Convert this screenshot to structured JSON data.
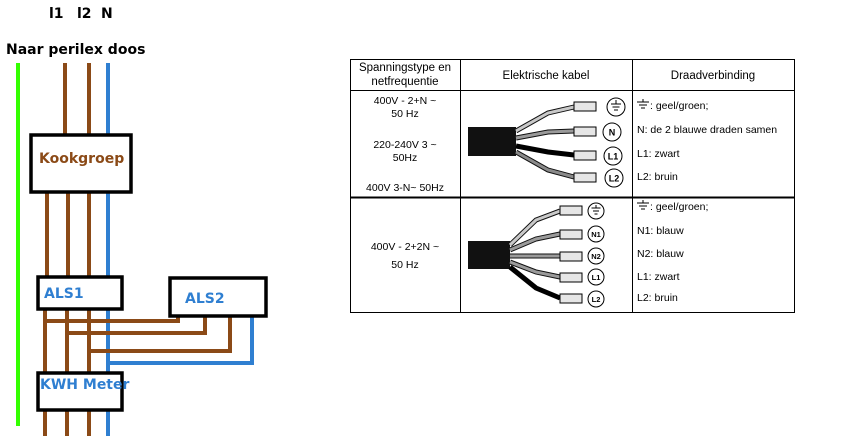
{
  "wiring": {
    "phase_labels": [
      "l1",
      "l2",
      "N"
    ],
    "source_label": "Naar perilex doos",
    "boxes": {
      "kookgroep": "Kookgroep",
      "als1": "ALS1",
      "als2": "ALS2",
      "kwh": "KWH Meter"
    },
    "colors": {
      "brown": "#8b4a17",
      "blue": "#2f7fd1",
      "green": "#33ff00",
      "black": "#000000"
    }
  },
  "table": {
    "headers": {
      "type": "Spanningstype en netfrequentie",
      "type_line1": "Spanningstype en",
      "type_line2": "netfrequentie",
      "cable": "Elektrische kabel",
      "conn": "Draadverbinding"
    },
    "row1": {
      "types": [
        "400V - 2+N ~",
        "50 Hz",
        "220-240V 3 ~",
        "50Hz",
        "400V 3-N~ 50Hz"
      ],
      "terminals": [
        "earth",
        "N",
        "L1",
        "L2"
      ],
      "conns": [
        ": geel/groen;",
        "N: de 2 blauwe draden samen",
        "L1: zwart",
        "L2: bruin"
      ]
    },
    "row2": {
      "types": [
        "400V - 2+2N ~",
        "50 Hz"
      ],
      "terminals": [
        "earth",
        "N1",
        "N2",
        "L1",
        "L2"
      ],
      "conns": [
        ": geel/groen;",
        "N1: blauw",
        "N2: blauw",
        "L1: zwart",
        "L2: bruin"
      ]
    }
  }
}
